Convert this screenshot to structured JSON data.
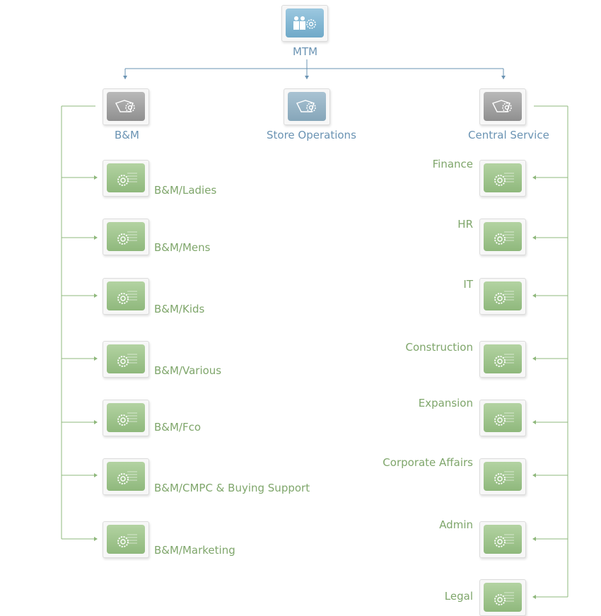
{
  "colors": {
    "top": "#6a93b3",
    "leaf": "#7fa66b",
    "wire_blue": "#6a93b3",
    "wire_green": "#8fb87c"
  },
  "root": {
    "label": "MTM",
    "icon": "org-people-gear-icon"
  },
  "divisions": [
    {
      "label": "B&M",
      "icon": "org-gear-icon"
    },
    {
      "label": "Store Operations",
      "icon": "org-gear-icon"
    },
    {
      "label": "Central Service",
      "icon": "org-gear-icon"
    }
  ],
  "bm_units": [
    {
      "label": "B&M/Ladies",
      "icon": "unit-gear-icon"
    },
    {
      "label": "B&M/Mens",
      "icon": "unit-gear-icon"
    },
    {
      "label": "B&M/Kids",
      "icon": "unit-gear-icon"
    },
    {
      "label": "B&M/Various",
      "icon": "unit-gear-icon"
    },
    {
      "label": "B&M/Fco",
      "icon": "unit-gear-icon"
    },
    {
      "label": "B&M/CMPC & Buying Support",
      "icon": "unit-gear-icon"
    },
    {
      "label": "B&M/Marketing",
      "icon": "unit-gear-icon"
    }
  ],
  "cs_units": [
    {
      "label": "Finance",
      "icon": "unit-gear-icon"
    },
    {
      "label": "HR",
      "icon": "unit-gear-icon"
    },
    {
      "label": "IT",
      "icon": "unit-gear-icon"
    },
    {
      "label": "Construction",
      "icon": "unit-gear-icon"
    },
    {
      "label": "Expansion",
      "icon": "unit-gear-icon"
    },
    {
      "label": "Corporate Affairs",
      "icon": "unit-gear-icon"
    },
    {
      "label": "Admin",
      "icon": "unit-gear-icon"
    },
    {
      "label": "Legal",
      "icon": "unit-gear-icon"
    }
  ]
}
